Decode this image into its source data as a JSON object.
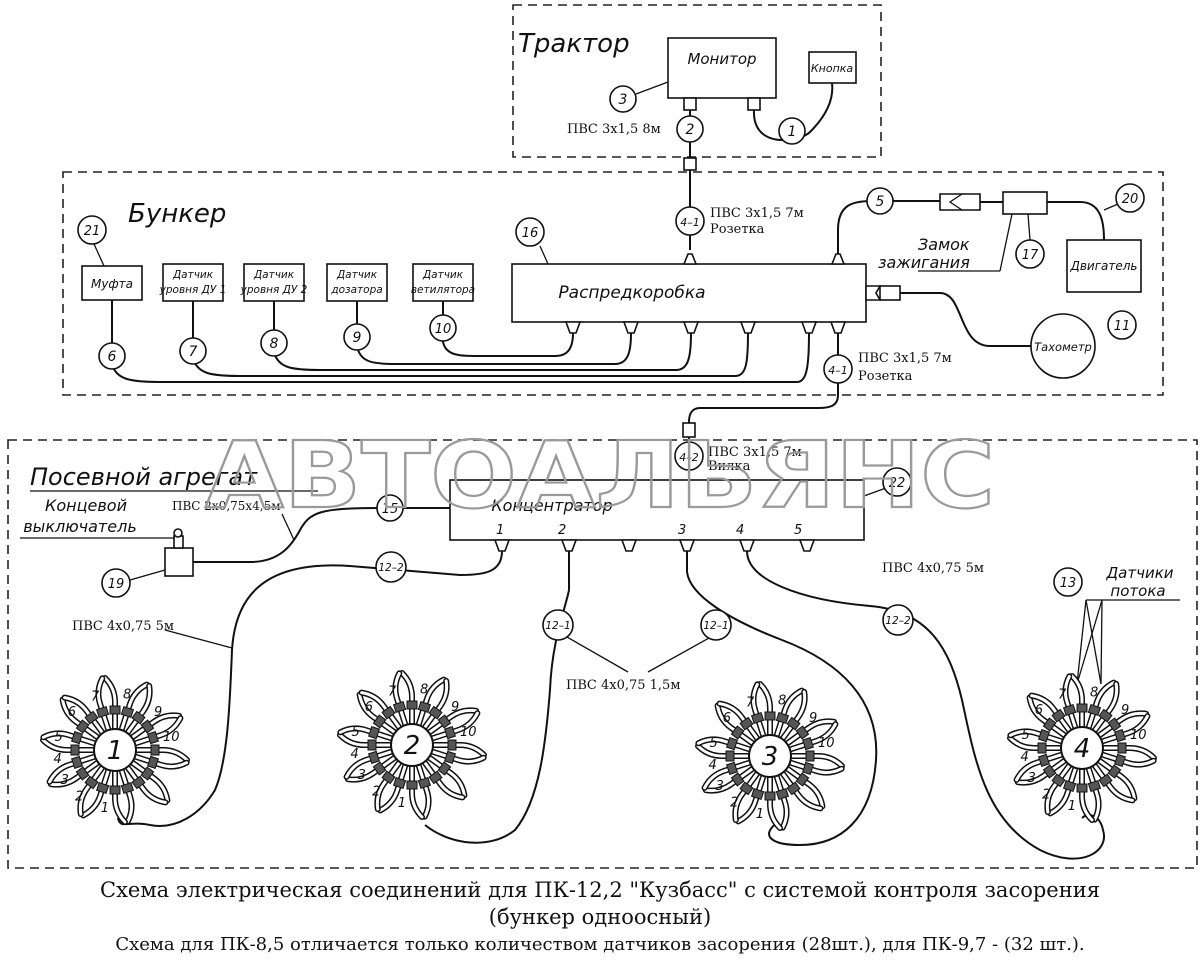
{
  "watermark": "АВТОАЛЬЯНС",
  "zones": {
    "tractor": "Трактор",
    "bunker": "Бункер",
    "seeder": "Посевной агрегат"
  },
  "boxes": {
    "monitor": "Монитор",
    "button": "Кнопка",
    "coupling": "Муфта",
    "level_sensor_1": [
      "Датчик",
      "уровня ДУ 1"
    ],
    "level_sensor_2": [
      "Датчик",
      "уровня ДУ 2"
    ],
    "dispenser_sensor": [
      "Датчик",
      "дозатора"
    ],
    "fan_sensor": [
      "Датчик",
      "ветилятора"
    ],
    "junction_box": "Распредкоробка",
    "engine": "Двигатель",
    "tachometer": "Тахометр",
    "concentrator": "Концентратор",
    "limit_switch": [
      "Концевой",
      "выключатель"
    ],
    "ignition_lock": [
      "Замок",
      "зажигания"
    ],
    "flow_sensors": [
      "Датчики",
      "потока"
    ]
  },
  "cables": {
    "c2": "ПВС 3х1,5  8м",
    "c41_top": [
      "ПВС 3х1,5  7м",
      "Розетка"
    ],
    "c41_bottom": [
      "ПВС 3х1,5  7м",
      "Розетка"
    ],
    "c42": [
      "ПВС 3х1,5  7м",
      "Вилка"
    ],
    "c15": "ПВС 2х0,75х4,5м",
    "c12_left": "ПВС 4х0,75  5м",
    "c12_right": "ПВС 4х0,75  5м",
    "c12_short": "ПВС 4х0,75  1,5м"
  },
  "markers": {
    "m1": "1",
    "m2": "2",
    "m3": "3",
    "m5": "5",
    "m6": "6",
    "m7": "7",
    "m8": "8",
    "m9": "9",
    "m10": "10",
    "m11": "11",
    "m13": "13",
    "m15": "15",
    "m16": "16",
    "m17": "17",
    "m19": "19",
    "m20": "20",
    "m21": "21",
    "m22": "22",
    "m41a": "4–1",
    "m41b": "4–1",
    "m42": "4–2",
    "m122a": "12–2",
    "m121a": "12–1",
    "m121b": "12–1",
    "m122b": "12–2"
  },
  "concentrator_ports": [
    "1",
    "2",
    "3",
    "4",
    "5"
  ],
  "wheels": [
    {
      "id": "1",
      "spokes": [
        "1",
        "2",
        "3",
        "4",
        "5",
        "6",
        "7",
        "8",
        "9",
        "10"
      ]
    },
    {
      "id": "2",
      "spokes": [
        "1",
        "2",
        "3",
        "4",
        "5",
        "6",
        "7",
        "8",
        "9",
        "10"
      ]
    },
    {
      "id": "3",
      "spokes": [
        "1",
        "2",
        "3",
        "4",
        "5",
        "6",
        "7",
        "8",
        "9",
        "10"
      ]
    },
    {
      "id": "4",
      "spokes": [
        "1",
        "2",
        "3",
        "4",
        "5",
        "6",
        "7",
        "8",
        "9",
        "10"
      ]
    }
  ],
  "caption": {
    "line1": "Схема электрическая соединений для ПК-12,2 \"Кузбасс\" с системой контроля засорения",
    "line2": "(бункер одноосный)",
    "line3": "Схема для ПК-8,5 отличается только количеством датчиков засорения (28шт.),  для ПК-9,7 - (32 шт.)."
  }
}
